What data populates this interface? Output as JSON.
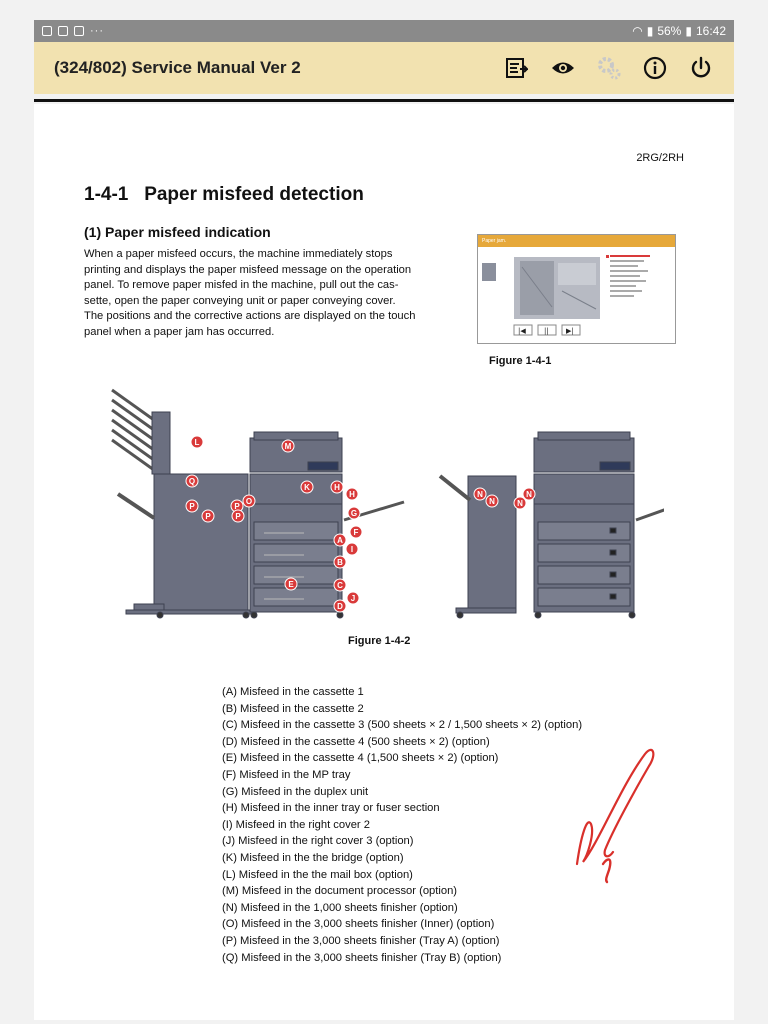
{
  "status_bar": {
    "battery": "56%",
    "time": "16:42",
    "more": "···"
  },
  "app_bar": {
    "title": "(324/802) Service Manual Ver 2",
    "icons": [
      "toc-icon",
      "eye-icon",
      "settings-icon",
      "info-icon",
      "power-icon"
    ],
    "background": "#f2e2b0"
  },
  "page": {
    "model": "2RG/2RH",
    "section_title": "1-4-1   Paper misfeed detection",
    "sub_title": "(1) Paper misfeed indication",
    "paragraph_lines": [
      "When a paper misfeed occurs, the machine immediately stops",
      "printing and displays the paper misfeed message on the operation",
      "panel. To remove paper misfed in the machine, pull out the cas-",
      "sette, open the paper conveying unit or paper conveying cover.",
      "The positions and the corrective actions are displayed on the touch",
      "panel when a paper jam has occurred."
    ],
    "figure1": {
      "caption": "Figure 1-4-1",
      "panel_title": "Paper jam.",
      "buttons": [
        "|◀",
        "||",
        "▶|"
      ]
    },
    "figure2": {
      "caption": "Figure 1-4-2",
      "left_markers": [
        "L",
        "M",
        "K",
        "H",
        "H",
        "Q",
        "P",
        "O",
        "P",
        "P",
        "P",
        "G",
        "F",
        "A",
        "I",
        "B",
        "E",
        "C",
        "J",
        "D"
      ],
      "right_markers": [
        "N",
        "N",
        "N",
        "N"
      ]
    },
    "legend": [
      "(A) Misfeed in the cassette 1",
      "(B) Misfeed in the cassette 2",
      "(C) Misfeed in the cassette 3 (500 sheets × 2 / 1,500 sheets × 2) (option)",
      "(D) Misfeed in the cassette 4 (500 sheets × 2) (option)",
      "(E) Misfeed in the cassette 4 (1,500 sheets × 2) (option)",
      "(F) Misfeed in the MP tray",
      "(G) Misfeed in the duplex unit",
      "(H) Misfeed in the inner tray or fuser section",
      "(I) Misfeed in the right cover 2",
      "(J) Misfeed in the right cover 3 (option)",
      "(K) Misfeed in the the bridge (option)",
      "(L) Misfeed in the the mail box (option)",
      "(M) Misfeed in the document processor (option)",
      "(N) Misfeed in the 1,000 sheets finisher (option)",
      "(O) Misfeed in the 3,000 sheets finisher (Inner) (option)",
      "(P) Misfeed in the 3,000 sheets finisher (Tray A) (option)",
      "(Q) Misfeed in the 3,000 sheets finisher (Tray B) (option)"
    ]
  },
  "colors": {
    "marker": "#d93a3a",
    "machine": "#6b6f80",
    "signature": "#d9302b"
  }
}
